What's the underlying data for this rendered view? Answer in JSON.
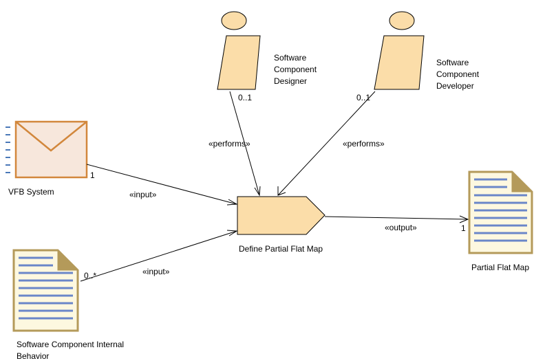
{
  "colors": {
    "role_fill": "#FBDDA9",
    "role_stroke": "#000000",
    "task_fill": "#FBDDA9",
    "envelope_fill": "#F7E7DC",
    "envelope_stroke": "#D2873C",
    "doc_fill": "#FDF8E0",
    "doc_stroke": "#B49A5A",
    "doc_lines": "#6A86C9",
    "side_ticks": "#4A78B8",
    "edge": "#000000"
  },
  "roles": {
    "designer": {
      "label_lines": [
        "Software",
        "Component",
        "Designer"
      ],
      "multiplicity": "0..1",
      "icon": "person-icon"
    },
    "developer": {
      "label_lines": [
        "Software",
        "Component",
        "Developer"
      ],
      "multiplicity": "0..1",
      "icon": "person-icon"
    }
  },
  "task": {
    "label": "Define Partial Flat Map"
  },
  "inputs": {
    "vfb_system": {
      "label": "VFB System",
      "multiplicity": "1",
      "icon": "envelope-icon"
    },
    "internal_behavior": {
      "label_lines": [
        "Software Component Internal",
        "Behavior"
      ],
      "multiplicity": "0..*",
      "icon": "document-icon"
    }
  },
  "outputs": {
    "partial_flat_map": {
      "label": "Partial Flat Map",
      "multiplicity": "1",
      "icon": "document-icon"
    }
  },
  "edges": {
    "performs_designer": "«performs»",
    "performs_developer": "«performs»",
    "input_vfb": "«input»",
    "input_behavior": "«input»",
    "output": "«output»"
  }
}
